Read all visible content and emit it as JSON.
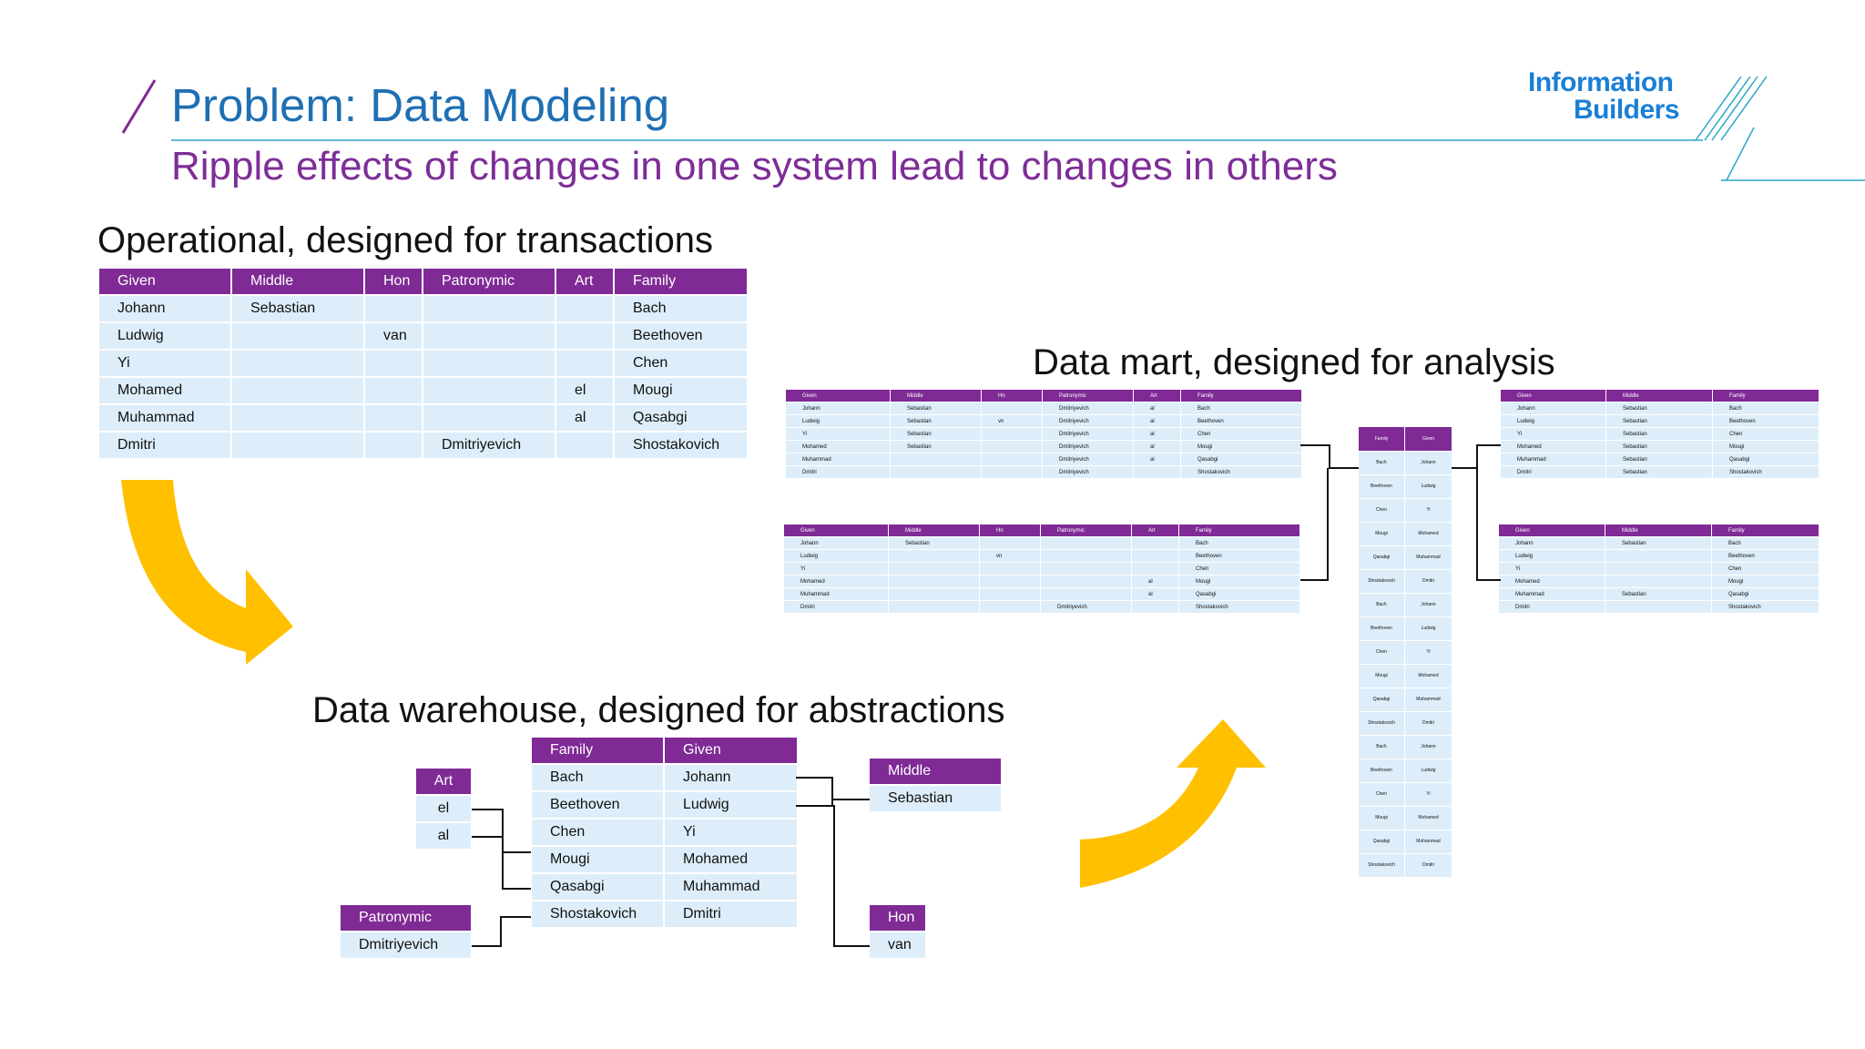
{
  "header": {
    "title": "Problem: Data Modeling",
    "subtitle": "Ripple effects of changes in one system lead to changes in others",
    "logo_line1": "Information",
    "logo_line2": "Builders"
  },
  "colors": {
    "accent_purple": "#7f2a95",
    "title_blue": "#1f6fb3",
    "cell_bg": "#ddeefa",
    "arrow_yellow": "#ffc000"
  },
  "operational": {
    "heading": "Operational, designed for transactions",
    "columns": [
      "Given",
      "Middle",
      "Hon",
      "Patronymic",
      "Art",
      "Family"
    ],
    "rows": [
      [
        "Johann",
        "Sebastian",
        "",
        "",
        "",
        "Bach"
      ],
      [
        "Ludwig",
        "",
        "van",
        "",
        "",
        "Beethoven"
      ],
      [
        "Yi",
        "",
        "",
        "",
        "",
        "Chen"
      ],
      [
        "Mohamed",
        "",
        "",
        "",
        "el",
        "Mougi"
      ],
      [
        "Muhammad",
        "",
        "",
        "",
        "al",
        "Qasabgi"
      ],
      [
        "Dmitri",
        "",
        "",
        "Dmitriyevich",
        "",
        "Shostakovich"
      ]
    ]
  },
  "warehouse": {
    "heading": "Data warehouse, designed for abstractions",
    "main": {
      "columns": [
        "Family",
        "Given"
      ],
      "rows": [
        [
          "Bach",
          "Johann"
        ],
        [
          "Beethoven",
          "Ludwig"
        ],
        [
          "Chen",
          "Yi"
        ],
        [
          "Mougi",
          "Mohamed"
        ],
        [
          "Qasabgi",
          "Muhammad"
        ],
        [
          "Shostakovich",
          "Dmitri"
        ]
      ]
    },
    "art": {
      "header": "Art",
      "values": [
        "el",
        "al"
      ]
    },
    "patronymic": {
      "header": "Patronymic",
      "values": [
        "Dmitriyevich"
      ]
    },
    "middle": {
      "header": "Middle",
      "values": [
        "Sebastian"
      ]
    },
    "hon": {
      "header": "Hon",
      "values": [
        "van"
      ]
    }
  },
  "mart": {
    "heading": "Data mart, designed for analysis",
    "left_top": {
      "columns": [
        "Given",
        "Middle",
        "Hn",
        "Patronymic",
        "Art",
        "Family"
      ],
      "rows": [
        [
          "Johann",
          "Sebastian",
          "",
          "Dmitriyevich",
          "al",
          "Bach"
        ],
        [
          "Ludwig",
          "Sebastian",
          "vn",
          "Dmitriyevich",
          "al",
          "Beethoven"
        ],
        [
          "Yi",
          "Sebastian",
          "",
          "Dmitriyevich",
          "al",
          "Chen"
        ],
        [
          "Mohamed",
          "Sebastian",
          "",
          "Dmitriyevich",
          "al",
          "Mougi"
        ],
        [
          "Muhammad",
          "",
          "",
          "Dmitriyevich",
          "al",
          "Qasabgi"
        ],
        [
          "Dmitri",
          "",
          "",
          "Dmitriyevich",
          "",
          "Shostakovich"
        ]
      ]
    },
    "left_bottom": {
      "columns": [
        "Given",
        "Middle",
        "Hn",
        "Patronymic",
        "Art",
        "Family"
      ],
      "rows": [
        [
          "Johann",
          "Sebastian",
          "",
          "",
          "",
          "Bach"
        ],
        [
          "Ludwig",
          "",
          "vn",
          "",
          "",
          "Beethoven"
        ],
        [
          "Yi",
          "",
          "",
          "",
          "",
          "Chen"
        ],
        [
          "Mohamed",
          "",
          "",
          "",
          "al",
          "Mougi"
        ],
        [
          "Muhammad",
          "",
          "",
          "",
          "al",
          "Qasabgi"
        ],
        [
          "Dmitri",
          "",
          "",
          "Dmitriyevich",
          "",
          "Shostakovich"
        ]
      ]
    },
    "center": {
      "columns": [
        "Family",
        "Given"
      ],
      "rows": [
        [
          "Bach",
          "Johann"
        ],
        [
          "Beethoven",
          "Ludwig"
        ],
        [
          "Chen",
          "Yi"
        ],
        [
          "Mougi",
          "Mohamed"
        ],
        [
          "Qasabgi",
          "Muhammad"
        ],
        [
          "Shostakovich",
          "Dmitri"
        ],
        [
          "Bach",
          "Johann"
        ],
        [
          "Beethoven",
          "Ludwig"
        ],
        [
          "Chen",
          "Yi"
        ],
        [
          "Mougi",
          "Mohamed"
        ],
        [
          "Qasabgi",
          "Muhammad"
        ],
        [
          "Shostakovich",
          "Dmitri"
        ],
        [
          "Bach",
          "Johann"
        ],
        [
          "Beethoven",
          "Ludwig"
        ],
        [
          "Chen",
          "Yi"
        ],
        [
          "Mougi",
          "Mohamed"
        ],
        [
          "Qasabgi",
          "Muhammad"
        ],
        [
          "Shostakovich",
          "Dmitri"
        ]
      ]
    },
    "right_top": {
      "columns": [
        "Given",
        "Middle",
        "Family"
      ],
      "rows": [
        [
          "Johann",
          "Sebastian",
          "Bach"
        ],
        [
          "Ludwig",
          "Sebastian",
          "Beethoven"
        ],
        [
          "Yi",
          "Sebastian",
          "Chen"
        ],
        [
          "Mohamed",
          "Sebastian",
          "Mougi"
        ],
        [
          "Muhammad",
          "Sebastian",
          "Qasabgi"
        ],
        [
          "Dmitri",
          "Sebastian",
          "Shostakovich"
        ]
      ]
    },
    "right_bottom": {
      "columns": [
        "Given",
        "Middle",
        "Family"
      ],
      "rows": [
        [
          "Johann",
          "Sebastian",
          "Bach"
        ],
        [
          "Ludwig",
          "",
          "Beethoven"
        ],
        [
          "Yi",
          "",
          "Chen"
        ],
        [
          "Mohamed",
          "",
          "Mougi"
        ],
        [
          "Muhammad",
          "Sebastian",
          "Qasabgi"
        ],
        [
          "Dmitri",
          "",
          "Shostakovich"
        ]
      ]
    }
  }
}
